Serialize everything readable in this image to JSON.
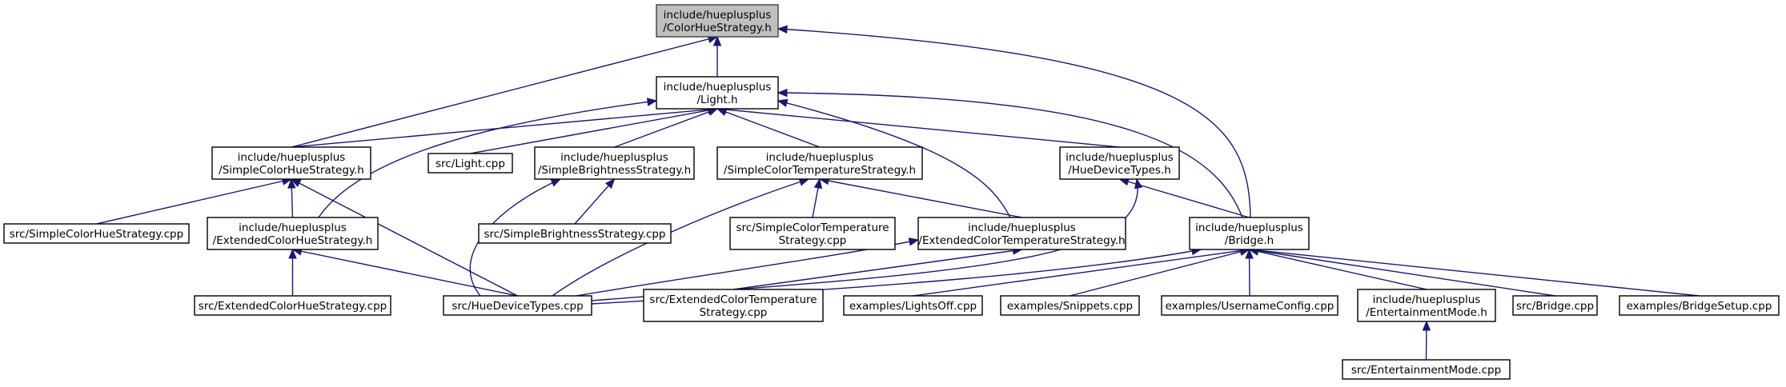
{
  "nodes": {
    "color_hue_strategy_h": [
      "include/hueplusplus",
      "/ColorHueStrategy.h"
    ],
    "light_h": [
      "include/hueplusplus",
      "/Light.h"
    ],
    "simple_color_hue_strategy_h": [
      "include/hueplusplus",
      "/SimpleColorHueStrategy.h"
    ],
    "light_cpp": [
      "src/Light.cpp"
    ],
    "simple_brightness_strategy_h": [
      "include/hueplusplus",
      "/SimpleBrightnessStrategy.h"
    ],
    "simple_color_temperature_strategy_h": [
      "include/hueplusplus",
      "/SimpleColorTemperatureStrategy.h"
    ],
    "hue_device_types_h": [
      "include/hueplusplus",
      "/HueDeviceTypes.h"
    ],
    "simple_color_hue_strategy_cpp": [
      "src/SimpleColorHueStrategy.cpp"
    ],
    "extended_color_hue_strategy_h": [
      "include/hueplusplus",
      "/ExtendedColorHueStrategy.h"
    ],
    "simple_brightness_strategy_cpp": [
      "src/SimpleBrightnessStrategy.cpp"
    ],
    "simple_color_temperature_strategy_cpp": [
      "src/SimpleColorTemperature",
      "Strategy.cpp"
    ],
    "extended_color_temperature_strategy_h": [
      "include/hueplusplus",
      "/ExtendedColorTemperatureStrategy.h"
    ],
    "bridge_h": [
      "include/hueplusplus",
      "/Bridge.h"
    ],
    "extended_color_hue_strategy_cpp": [
      "src/ExtendedColorHueStrategy.cpp"
    ],
    "hue_device_types_cpp": [
      "src/HueDeviceTypes.cpp"
    ],
    "extended_color_temperature_strategy_cpp": [
      "src/ExtendedColorTemperature",
      "Strategy.cpp"
    ],
    "lights_off_cpp": [
      "examples/LightsOff.cpp"
    ],
    "snippets_cpp": [
      "examples/Snippets.cpp"
    ],
    "username_config_cpp": [
      "examples/UsernameConfig.cpp"
    ],
    "entertainment_mode_h": [
      "include/hueplusplus",
      "/EntertainmentMode.h"
    ],
    "bridge_cpp": [
      "src/Bridge.cpp"
    ],
    "bridge_setup_cpp": [
      "examples/BridgeSetup.cpp"
    ],
    "entertainment_mode_cpp": [
      "src/EntertainmentMode.cpp"
    ]
  },
  "edges": [
    [
      "light_h",
      "color_hue_strategy_h"
    ],
    [
      "simple_color_hue_strategy_h",
      "color_hue_strategy_h"
    ],
    [
      "bridge_h",
      "color_hue_strategy_h"
    ],
    [
      "simple_color_hue_strategy_h",
      "light_h"
    ],
    [
      "light_cpp",
      "light_h"
    ],
    [
      "simple_brightness_strategy_h",
      "light_h"
    ],
    [
      "simple_color_temperature_strategy_h",
      "light_h"
    ],
    [
      "hue_device_types_h",
      "light_h"
    ],
    [
      "extended_color_hue_strategy_h",
      "light_h"
    ],
    [
      "extended_color_temperature_strategy_h",
      "light_h"
    ],
    [
      "bridge_h",
      "light_h"
    ],
    [
      "simple_color_hue_strategy_cpp",
      "simple_color_hue_strategy_h"
    ],
    [
      "extended_color_hue_strategy_h",
      "simple_color_hue_strategy_h"
    ],
    [
      "hue_device_types_cpp",
      "simple_color_hue_strategy_h"
    ],
    [
      "simple_brightness_strategy_cpp",
      "simple_brightness_strategy_h"
    ],
    [
      "hue_device_types_cpp",
      "simple_brightness_strategy_h"
    ],
    [
      "simple_color_temperature_strategy_cpp",
      "simple_color_temperature_strategy_h"
    ],
    [
      "extended_color_temperature_strategy_h",
      "simple_color_temperature_strategy_h"
    ],
    [
      "hue_device_types_cpp",
      "simple_color_temperature_strategy_h"
    ],
    [
      "bridge_h",
      "hue_device_types_h"
    ],
    [
      "hue_device_types_cpp",
      "hue_device_types_h"
    ],
    [
      "extended_color_hue_strategy_cpp",
      "extended_color_hue_strategy_h"
    ],
    [
      "hue_device_types_cpp",
      "extended_color_hue_strategy_h"
    ],
    [
      "hue_device_types_cpp",
      "extended_color_temperature_strategy_h"
    ],
    [
      "extended_color_temperature_strategy_cpp",
      "extended_color_temperature_strategy_h"
    ],
    [
      "hue_device_types_cpp",
      "bridge_h"
    ],
    [
      "lights_off_cpp",
      "bridge_h"
    ],
    [
      "snippets_cpp",
      "bridge_h"
    ],
    [
      "username_config_cpp",
      "bridge_h"
    ],
    [
      "entertainment_mode_h",
      "bridge_h"
    ],
    [
      "bridge_cpp",
      "bridge_h"
    ],
    [
      "bridge_setup_cpp",
      "bridge_h"
    ],
    [
      "entertainment_mode_cpp",
      "entertainment_mode_h"
    ]
  ],
  "colors": {
    "edge": "#191970",
    "root_fill": "#bfbfbf",
    "node_fill": "#ffffff",
    "node_border": "#000000"
  }
}
